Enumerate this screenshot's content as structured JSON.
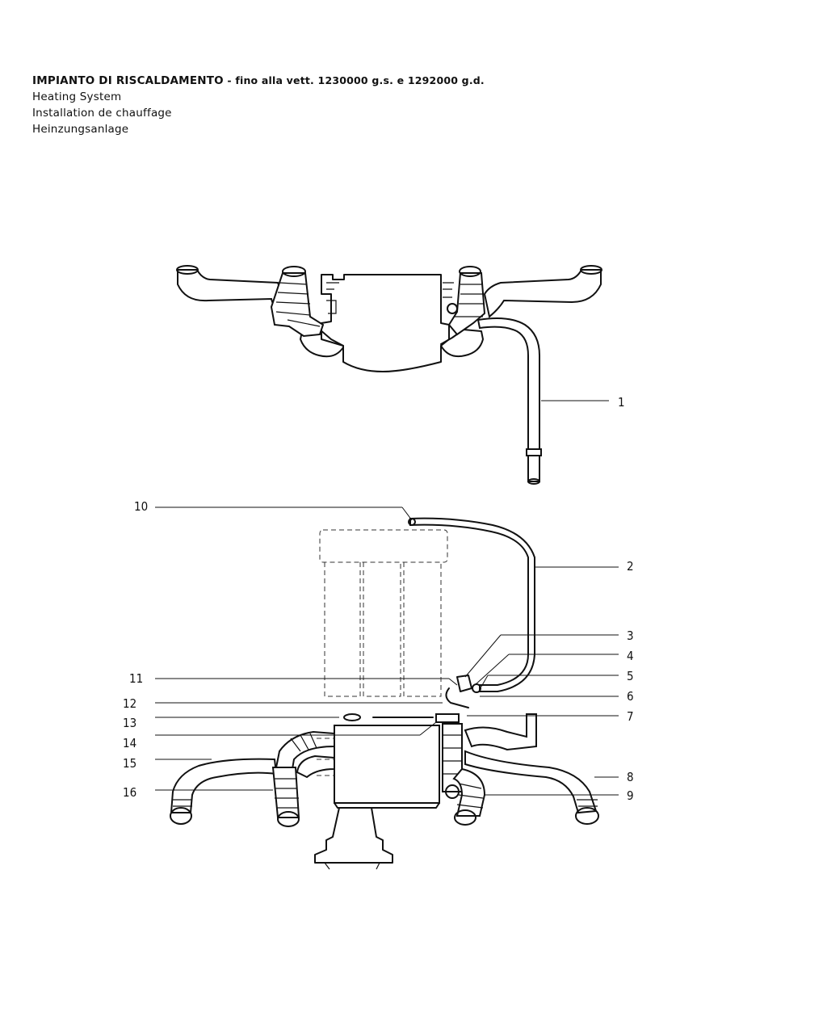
{
  "header": {
    "title_it": "IMPIANTO DI RISCALDAMENTO",
    "title_it_suffix": " - fino alla vett. 1230000 g.s. e 1292000 g.d.",
    "title_en": "Heating System",
    "title_fr": "Installation de chauffage",
    "title_de": "Heinzungsanlage"
  },
  "callouts": {
    "c1": "1",
    "c2": "2",
    "c3": "3",
    "c4": "4",
    "c5": "5",
    "c6": "6",
    "c7": "7",
    "c8": "8",
    "c9": "9",
    "c10": "10",
    "c11": "11",
    "c12": "12",
    "c13": "13",
    "c14": "14",
    "c15": "15",
    "c16": "16"
  }
}
